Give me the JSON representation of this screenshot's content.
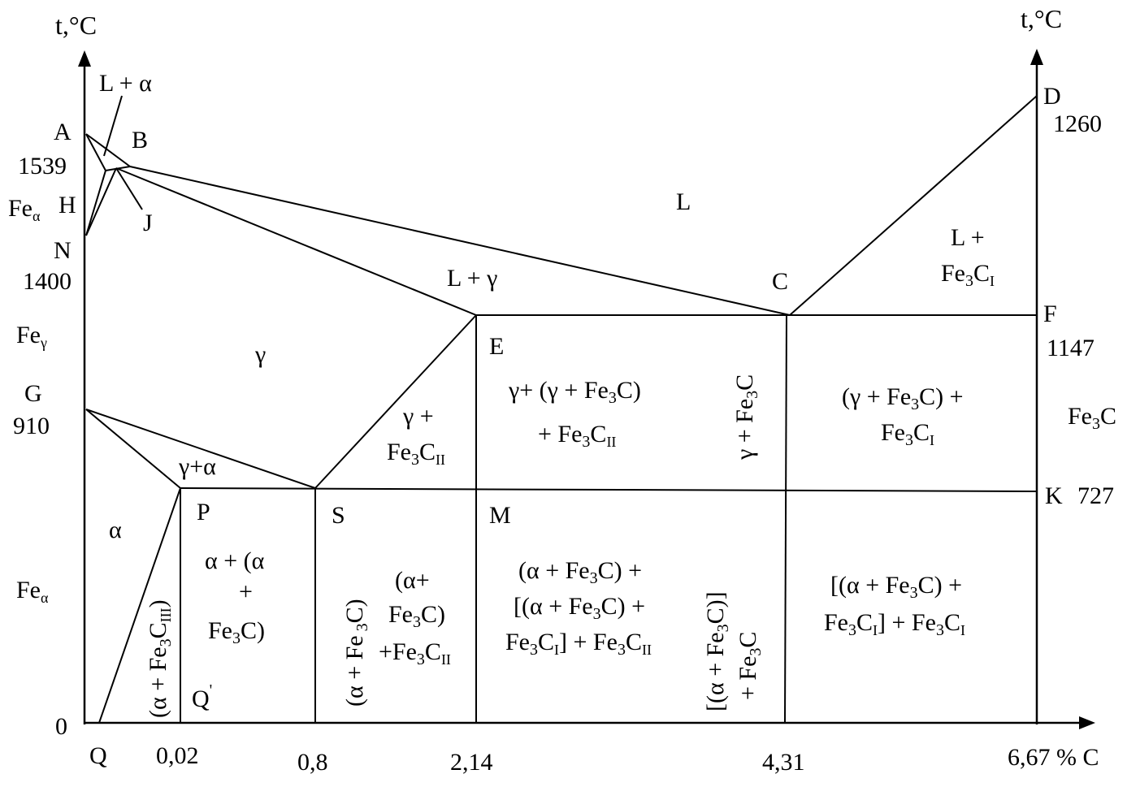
{
  "axes": {
    "left_label": "t,°C",
    "right_label": "t,°C",
    "x_unit": "% C"
  },
  "points": {
    "A": "A",
    "B": "B",
    "H": "H",
    "J": "J",
    "N": "N",
    "G": "G",
    "P": "P",
    "S": "S",
    "E": "E",
    "C": "C",
    "D": "D",
    "F": "F",
    "K": "K",
    "M": "M",
    "Q": "Q",
    "Q2": "Q"
  },
  "temperatures": {
    "t1539": "1539",
    "t1400": "1400",
    "t910": "910",
    "t0": "0",
    "t1260": "1260",
    "t1147": "1147",
    "t727": "727"
  },
  "compositions": {
    "c002": "0,02",
    "c08": "0,8",
    "c214": "2,14",
    "c431": "4,31",
    "c667": "6,67"
  },
  "phases_left": {
    "fe_alpha_top": "Fe",
    "fe_gamma": "Fe",
    "fe_alpha_bottom": "Fe",
    "fe3c_right": "Fe"
  },
  "regions": {
    "L": "L",
    "L_alpha": "L + α",
    "L_gamma": "L + γ",
    "gamma": "γ",
    "gamma_alpha": "γ+α",
    "alpha": "α",
    "L_Fe3C_1": "L +",
    "L_Fe3C_2": "Fe",
    "gamma_Fe3C2_1": "γ +",
    "gamma_Fe3C2_2": "Fe",
    "E_region_1": "γ+ (γ + Fe",
    "E_region_2": "+ Fe",
    "gamma_Fe3C_vertical": "γ + Fe",
    "right_upper_1": "(γ + Fe",
    "right_upper_2": "Fe",
    "P_region_1": "α + (α",
    "P_region_2": "+",
    "P_region_3": "Fe",
    "alpha_Fe3C3": "(α + Fe",
    "alpha_Fe3_C_S": "(α + Fe",
    "S_region_1": "(α+",
    "S_region_2": "Fe",
    "S_region_3": "+Fe",
    "M_region_1": "(α + Fe",
    "M_region_2": "[(α + Fe",
    "M_region_3": "Fe",
    "M_region_3b": "] + Fe",
    "vert_431_1": "[(α + Fe",
    "vert_431_2": "+ Fe",
    "right_lower_1": "[(α + Fe",
    "right_lower_2": "Fe",
    "right_lower_2b": "] + Fe"
  }
}
